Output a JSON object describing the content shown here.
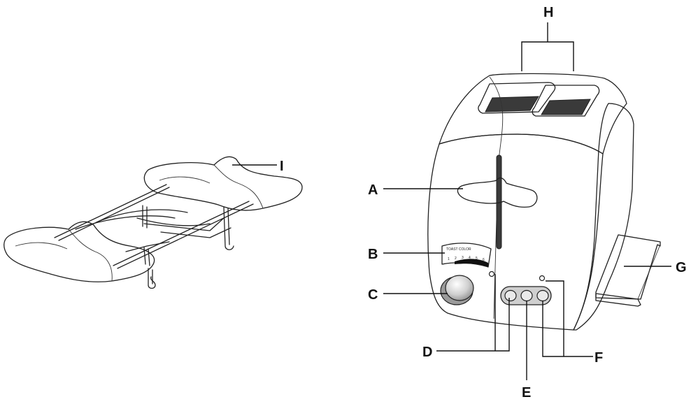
{
  "callouts": {
    "a": "A",
    "b": "B",
    "c": "C",
    "d": "D",
    "e": "E",
    "f": "F",
    "g": "G",
    "h": "H",
    "i": "I"
  },
  "dial": {
    "title": "TOAST COLOR",
    "marks": [
      "1",
      "2",
      "3",
      "4",
      "5",
      "6"
    ]
  },
  "colors": {
    "body_light": "#f7f7f7",
    "body_mid": "#cfcfcf",
    "body_dark": "#8a8a8a",
    "slot": "#3a3a3a",
    "ink": "#222222"
  }
}
